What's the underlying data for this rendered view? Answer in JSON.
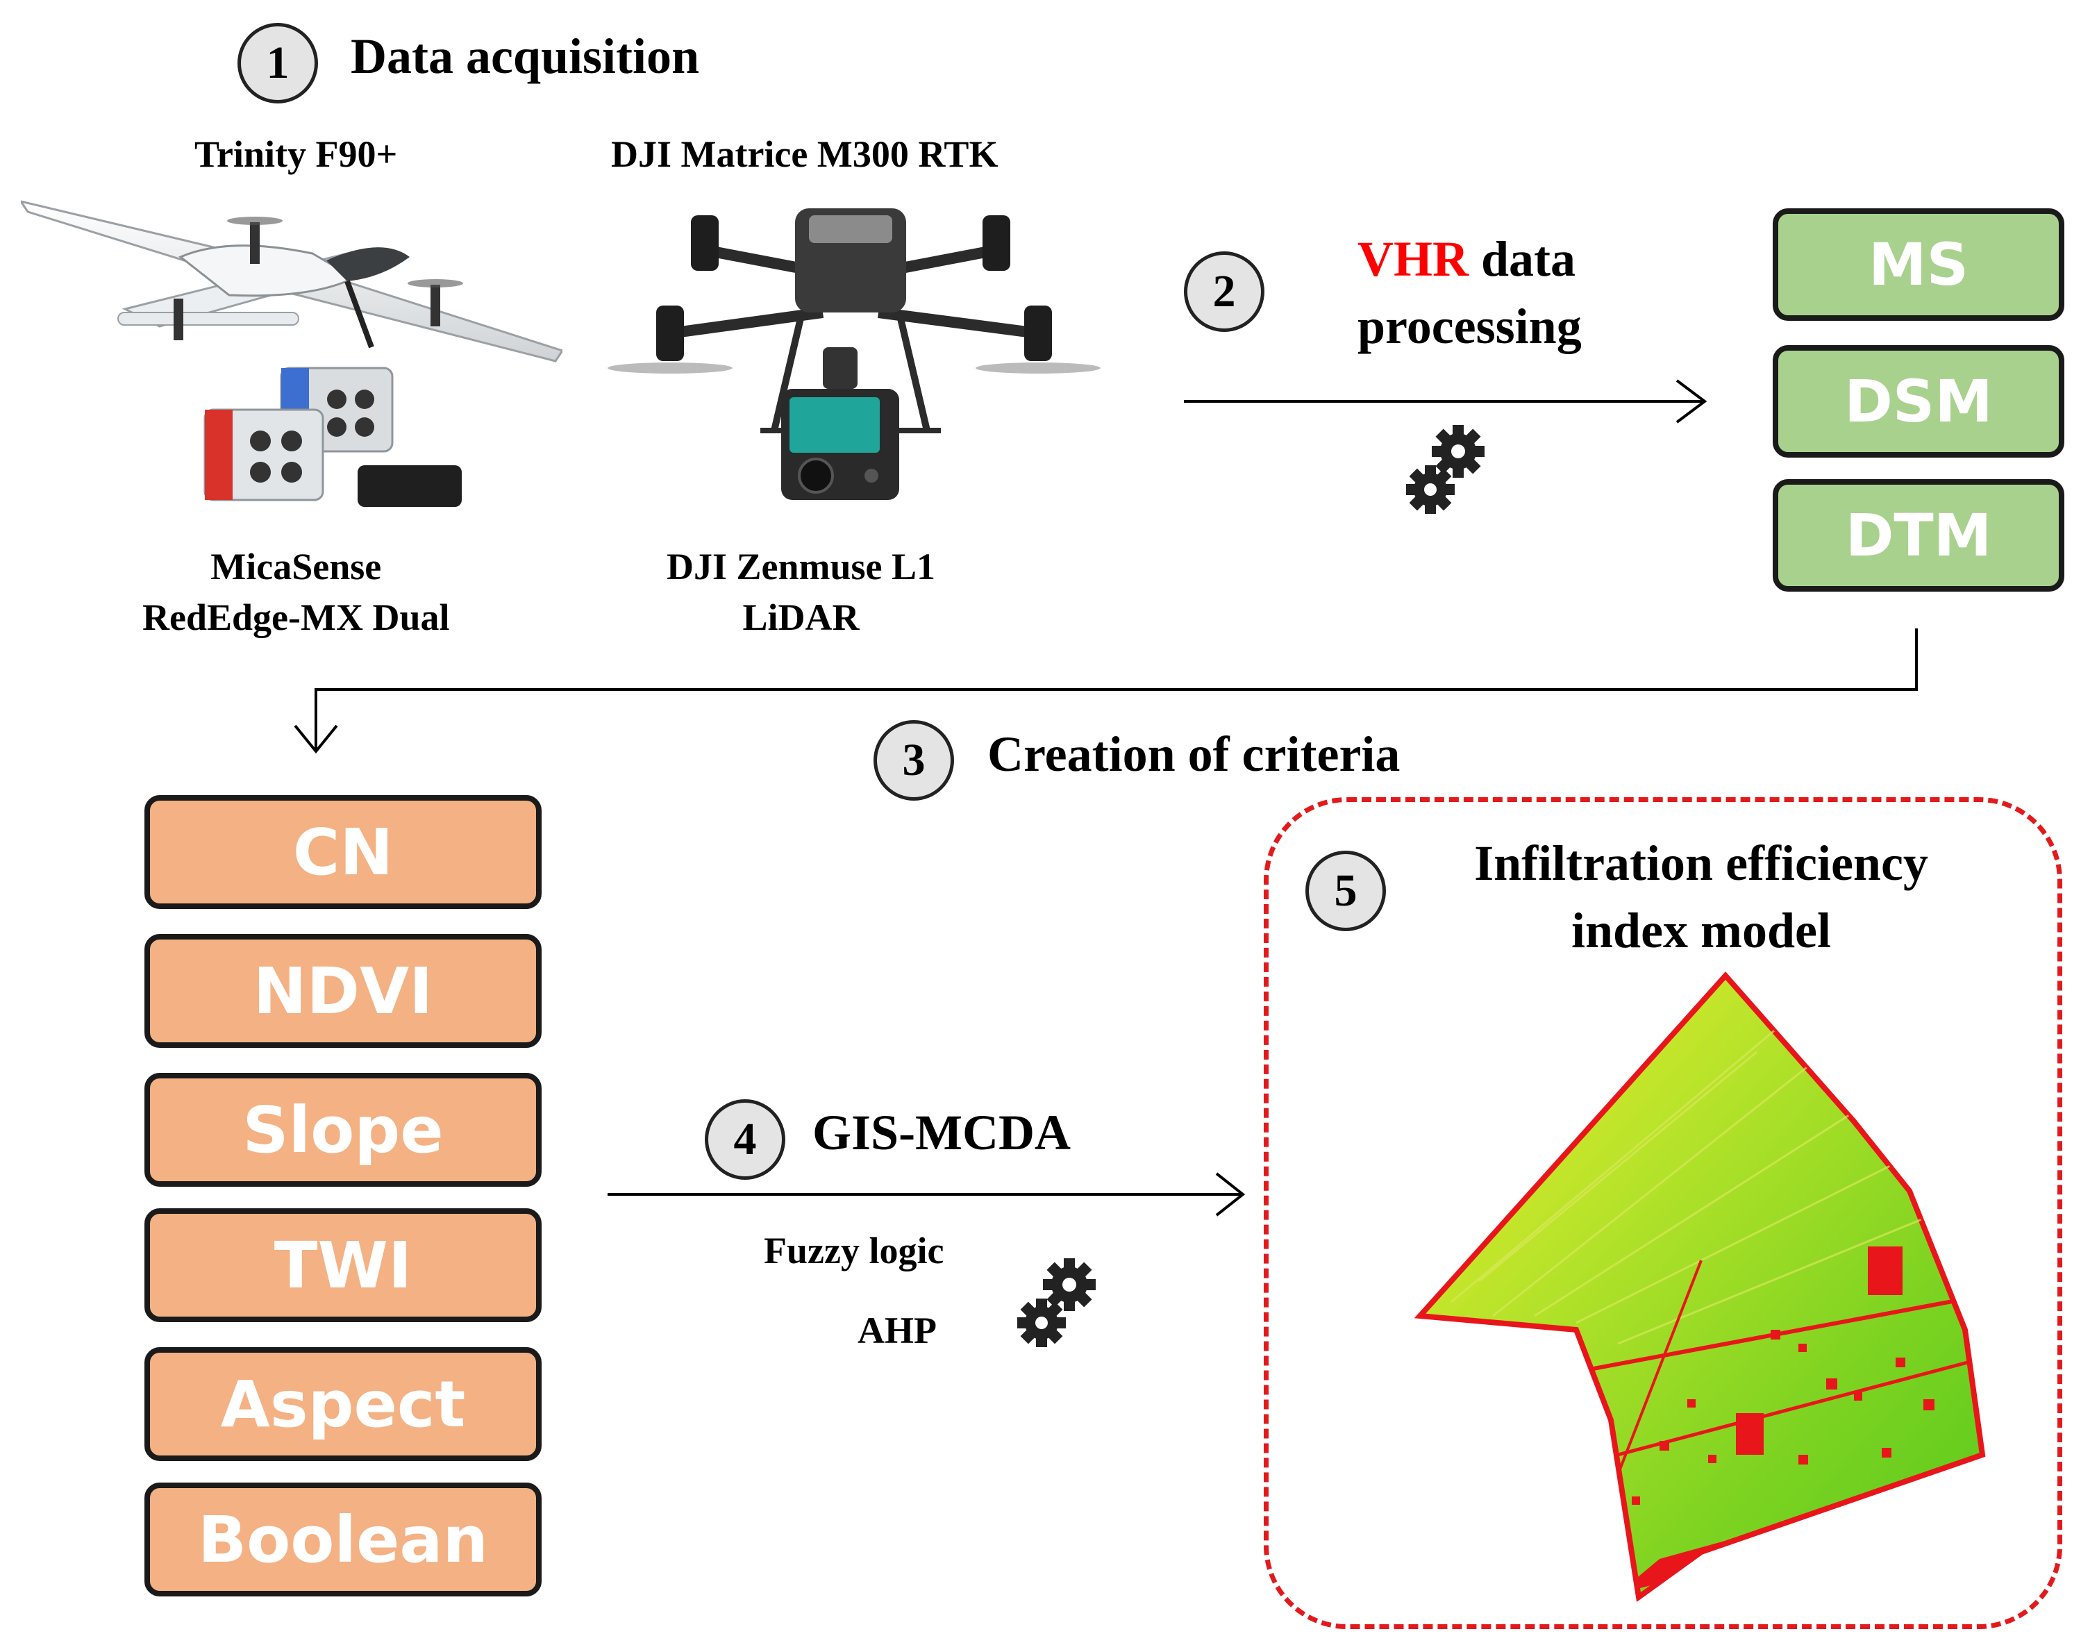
{
  "step1": {
    "number": "1",
    "title": "Data acquisition"
  },
  "platforms": {
    "fixed_wing": "Trinity F90+",
    "multirotor": "DJI Matrice M300 RTK"
  },
  "sensors": {
    "multispectral_line1": "MicaSense",
    "multispectral_line2": "RedEdge-MX Dual",
    "lidar_line1": "DJI Zenmuse L1",
    "lidar_line2": "LiDAR"
  },
  "step2": {
    "number": "2",
    "title_highlight": "VHR",
    "title_rest": " data",
    "title_line2": "processing"
  },
  "products": [
    "MS",
    "DSM",
    "DTM"
  ],
  "step3": {
    "number": "3",
    "title": "Creation of criteria"
  },
  "criteria": [
    "CN",
    "NDVI",
    "Slope",
    "TWI",
    "Aspect",
    "Boolean"
  ],
  "step4": {
    "number": "4",
    "title": "GIS-MCDA",
    "methods": [
      "Fuzzy logic",
      "AHP"
    ]
  },
  "step5": {
    "number": "5",
    "title_line1": "Infiltration efficiency",
    "title_line2": "index model"
  },
  "colors": {
    "product_box": "#a9d18e",
    "criteria_box": "#f4b183",
    "highlight_red": "#ff0000",
    "dashed_frame": "#e31a1c",
    "map_green": "#7ed321",
    "map_yellow": "#f2ef2a",
    "map_red": "#e8161b"
  },
  "icons": [
    "fixed-wing-drone-icon",
    "quadcopter-drone-icon",
    "multispectral-camera-icon",
    "lidar-sensor-icon",
    "gears-icon",
    "infiltration-map-icon"
  ]
}
